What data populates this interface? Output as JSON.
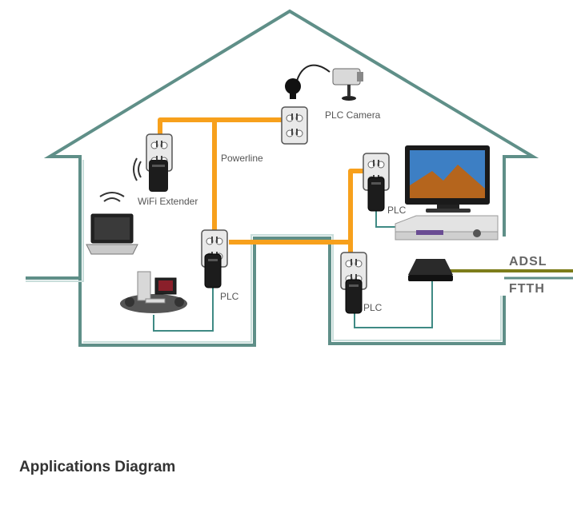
{
  "labels": {
    "plc_camera": "PLC Camera",
    "powerline": "Powerline",
    "wifi_extender": "WiFi Extender",
    "plc_left": "PLC",
    "plc_top_right": "PLC",
    "plc_bottom_right": "PLC",
    "adsl": "ADSL",
    "ftth": "FTTH"
  },
  "caption": "Applications Diagram",
  "colors": {
    "house_outline": "#5f8f88",
    "powerline": "#f7a01c",
    "adsl_line": "#7d7d1a",
    "ftth_line": "#5f8f88",
    "ethernet": "#3f8a84"
  },
  "icons": [
    "outlet-icon",
    "plc-adapter-icon",
    "camera-icon",
    "laptop-icon",
    "desktop-pc-icon",
    "tv-icon",
    "set-top-box-icon",
    "router-icon",
    "wifi-icon"
  ]
}
